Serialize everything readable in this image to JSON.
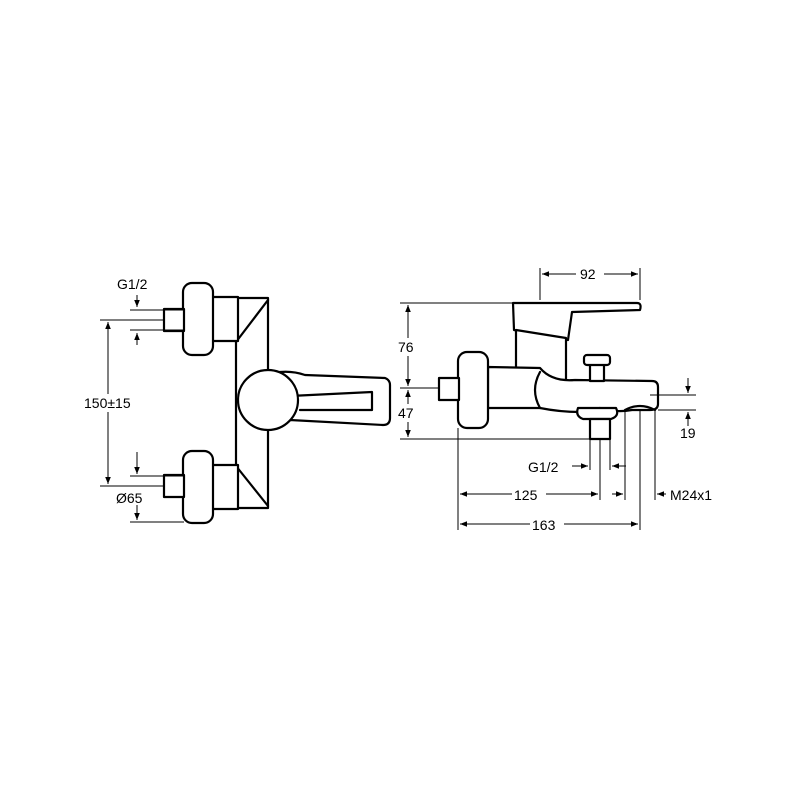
{
  "drawing": {
    "front_view": {
      "inlet_thread": "G1/2",
      "inlet_spacing": "150±15",
      "flange_diameter": "Ø65"
    },
    "side_view": {
      "handle_reach": "92",
      "height_above_axis": "76",
      "height_below_axis": "47",
      "spout_offset": "19",
      "outlet_thread": "G1/2",
      "wall_to_outlet": "125",
      "aerator_thread": "M24x1",
      "total_depth": "163"
    }
  }
}
